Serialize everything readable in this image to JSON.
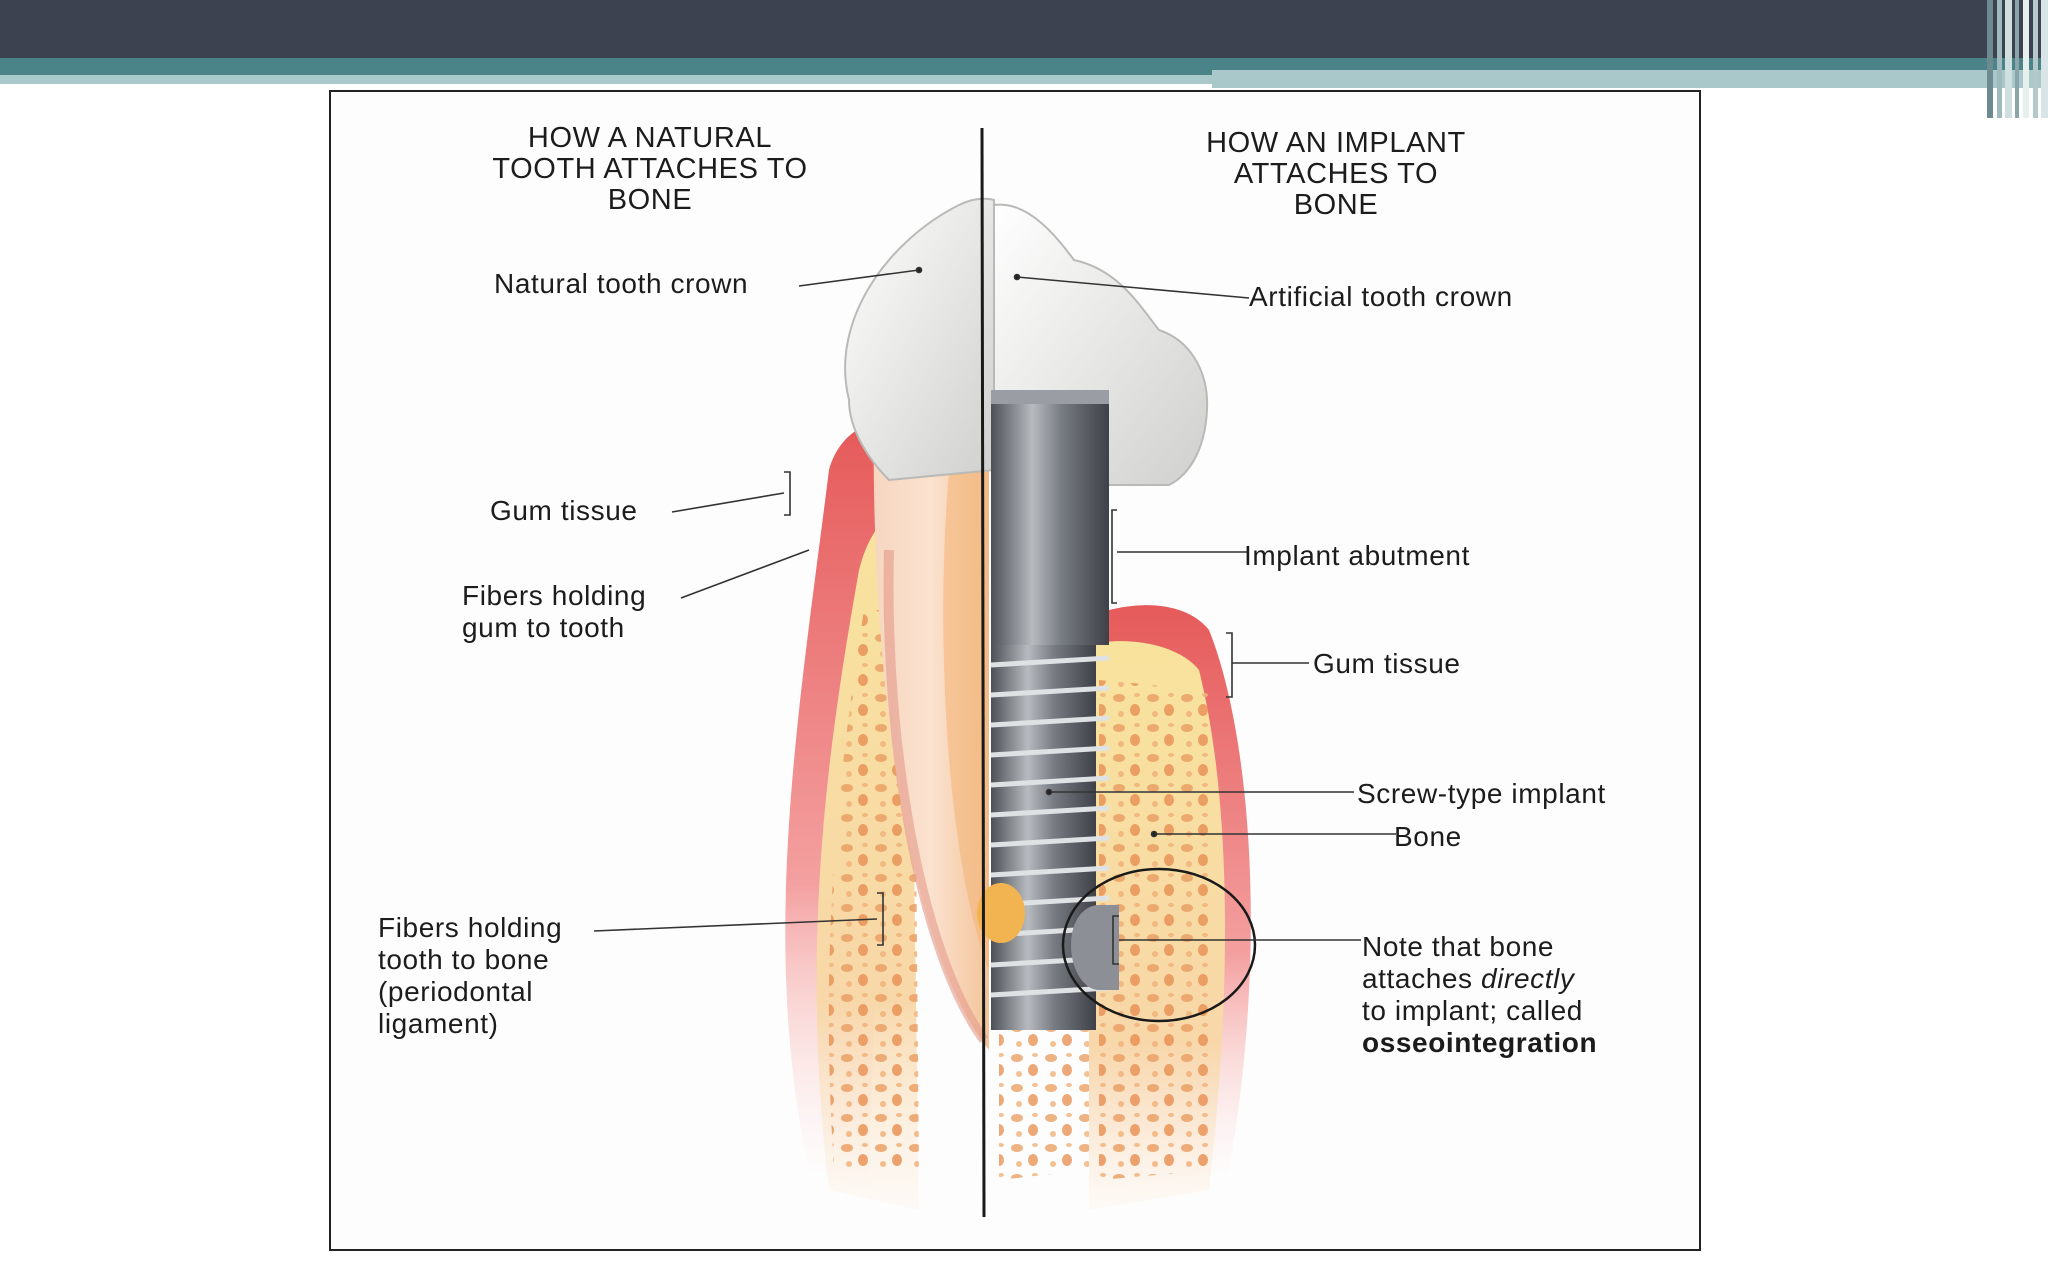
{
  "left_heading": [
    "HOW A NATURAL",
    "TOOTH ATTACHES TO",
    "BONE"
  ],
  "right_heading": [
    "HOW AN IMPLANT",
    "ATTACHES TO",
    "BONE"
  ],
  "labels": {
    "natural_crown": "Natural tooth crown",
    "artificial_crown": "Artificial tooth crown",
    "gum_left": "Gum tissue",
    "fibers_gum": [
      "Fibers holding",
      "gum to tooth"
    ],
    "abutment": "Implant abutment",
    "gum_right": "Gum tissue",
    "screw": "Screw-type implant",
    "bone": "Bone",
    "fibers_bone": [
      "Fibers holding",
      "tooth to bone",
      "(periodontal",
      "ligament)"
    ],
    "note": {
      "line1": "Note that bone",
      "line2_a": "attaches ",
      "line2_b": "directly",
      "line3": "to implant; called",
      "line4": "osseointegration"
    }
  },
  "colors": {
    "header_dark": "#3d4250",
    "header_teal": "#4a8388",
    "header_light": "#a8c8ca",
    "gum": "#e87a7a",
    "bone": "#f6c98e",
    "bone_spot": "#e9955a",
    "implant": "#7d8188",
    "crown": "#ededec"
  }
}
